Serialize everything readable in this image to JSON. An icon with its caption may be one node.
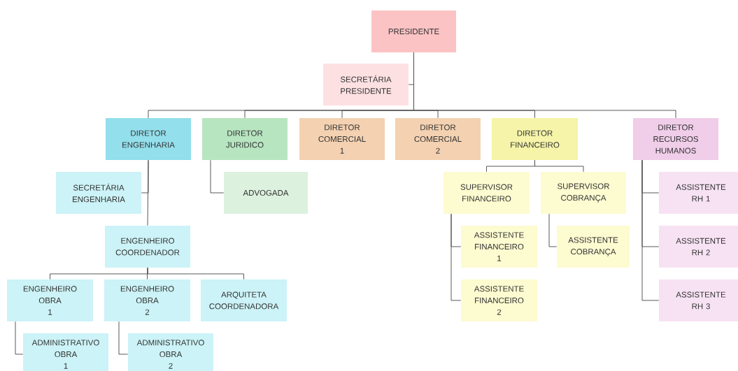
{
  "diagram": {
    "nodes": [
      {
        "text": [
          "PRESIDENTE"
        ]
      },
      {
        "text": [
          "SECRETÁRIA PRESIDENTE"
        ]
      },
      {
        "text": [
          "DIRETOR ENGENHARIA"
        ]
      },
      {
        "text": [
          "DIRETOR JURIDICO"
        ]
      },
      {
        "text": [
          "DIRETOR COMERCIAL 1"
        ]
      },
      {
        "text": [
          "DIRETOR COMERCIAL 2"
        ]
      },
      {
        "text": [
          "DIRETOR FINANCEIRO"
        ]
      },
      {
        "text": [
          "DIRETOR RECURSOS HUMANOS"
        ]
      },
      {
        "text": [
          "SECRETÁRIA ENGENHARIA"
        ]
      },
      {
        "text": [
          "ADVOGADA"
        ]
      },
      {
        "text": [
          "ENGENHEIRO COORDENADOR"
        ]
      },
      {
        "text": [
          "ENGENHEIRO OBRA 1"
        ]
      },
      {
        "text": [
          "ENGENHEIRO OBRA 2"
        ]
      },
      {
        "text": [
          "ARQUITETA COORDENADORA"
        ]
      },
      {
        "text": [
          "ADMINISTRATIVO OBRA 1"
        ]
      },
      {
        "text": [
          "ADMINISTRATIVO OBRA 2"
        ]
      },
      {
        "text": [
          "SUPERVISOR FINANCEIRO"
        ]
      },
      {
        "text": [
          "SUPERVISOR COBRANÇA"
        ]
      },
      {
        "text": [
          "ASSISTENTE FINANCEIRO 1"
        ]
      },
      {
        "text": [
          "ASSISTENTE FINANCEIRO 2"
        ]
      },
      {
        "text": [
          "ASSISTENTE COBRANÇA"
        ]
      },
      {
        "text": [
          "ASSISTENTE RH 1"
        ]
      },
      {
        "text": [
          "ASSISTENTE RH 2"
        ]
      },
      {
        "text": [
          "ASSISTENTE RH 3"
        ]
      }
    ],
    "edges": [
      {
        "from": 0,
        "to": 1,
        "arrow": "none"
      },
      {
        "from": 0,
        "to": 2,
        "arrow": "none"
      },
      {
        "from": 0,
        "to": 3,
        "arrow": "none"
      },
      {
        "from": 0,
        "to": 4,
        "arrow": "none"
      },
      {
        "from": 0,
        "to": 5,
        "arrow": "none"
      },
      {
        "from": 0,
        "to": 6,
        "arrow": "none"
      },
      {
        "from": 0,
        "to": 7,
        "arrow": "none"
      },
      {
        "from": 2,
        "to": 8,
        "arrow": "none"
      },
      {
        "from": 2,
        "to": 10,
        "arrow": "none"
      },
      {
        "from": 3,
        "to": 9,
        "arrow": "none"
      },
      {
        "from": 10,
        "to": 11,
        "arrow": "none"
      },
      {
        "from": 10,
        "to": 12,
        "arrow": "none"
      },
      {
        "from": 10,
        "to": 13,
        "arrow": "none"
      },
      {
        "from": 11,
        "to": 14,
        "arrow": "none"
      },
      {
        "from": 12,
        "to": 15,
        "arrow": "none"
      },
      {
        "from": 6,
        "to": 16,
        "arrow": "none"
      },
      {
        "from": 6,
        "to": 17,
        "arrow": "none"
      },
      {
        "from": 16,
        "to": 18,
        "arrow": "none"
      },
      {
        "from": 16,
        "to": 19,
        "arrow": "none"
      },
      {
        "from": 17,
        "to": 20,
        "arrow": "none"
      },
      {
        "from": 7,
        "to": 21,
        "arrow": "none"
      },
      {
        "from": 7,
        "to": 22,
        "arrow": "none"
      },
      {
        "from": 7,
        "to": 23,
        "arrow": "none"
      }
    ]
  }
}
